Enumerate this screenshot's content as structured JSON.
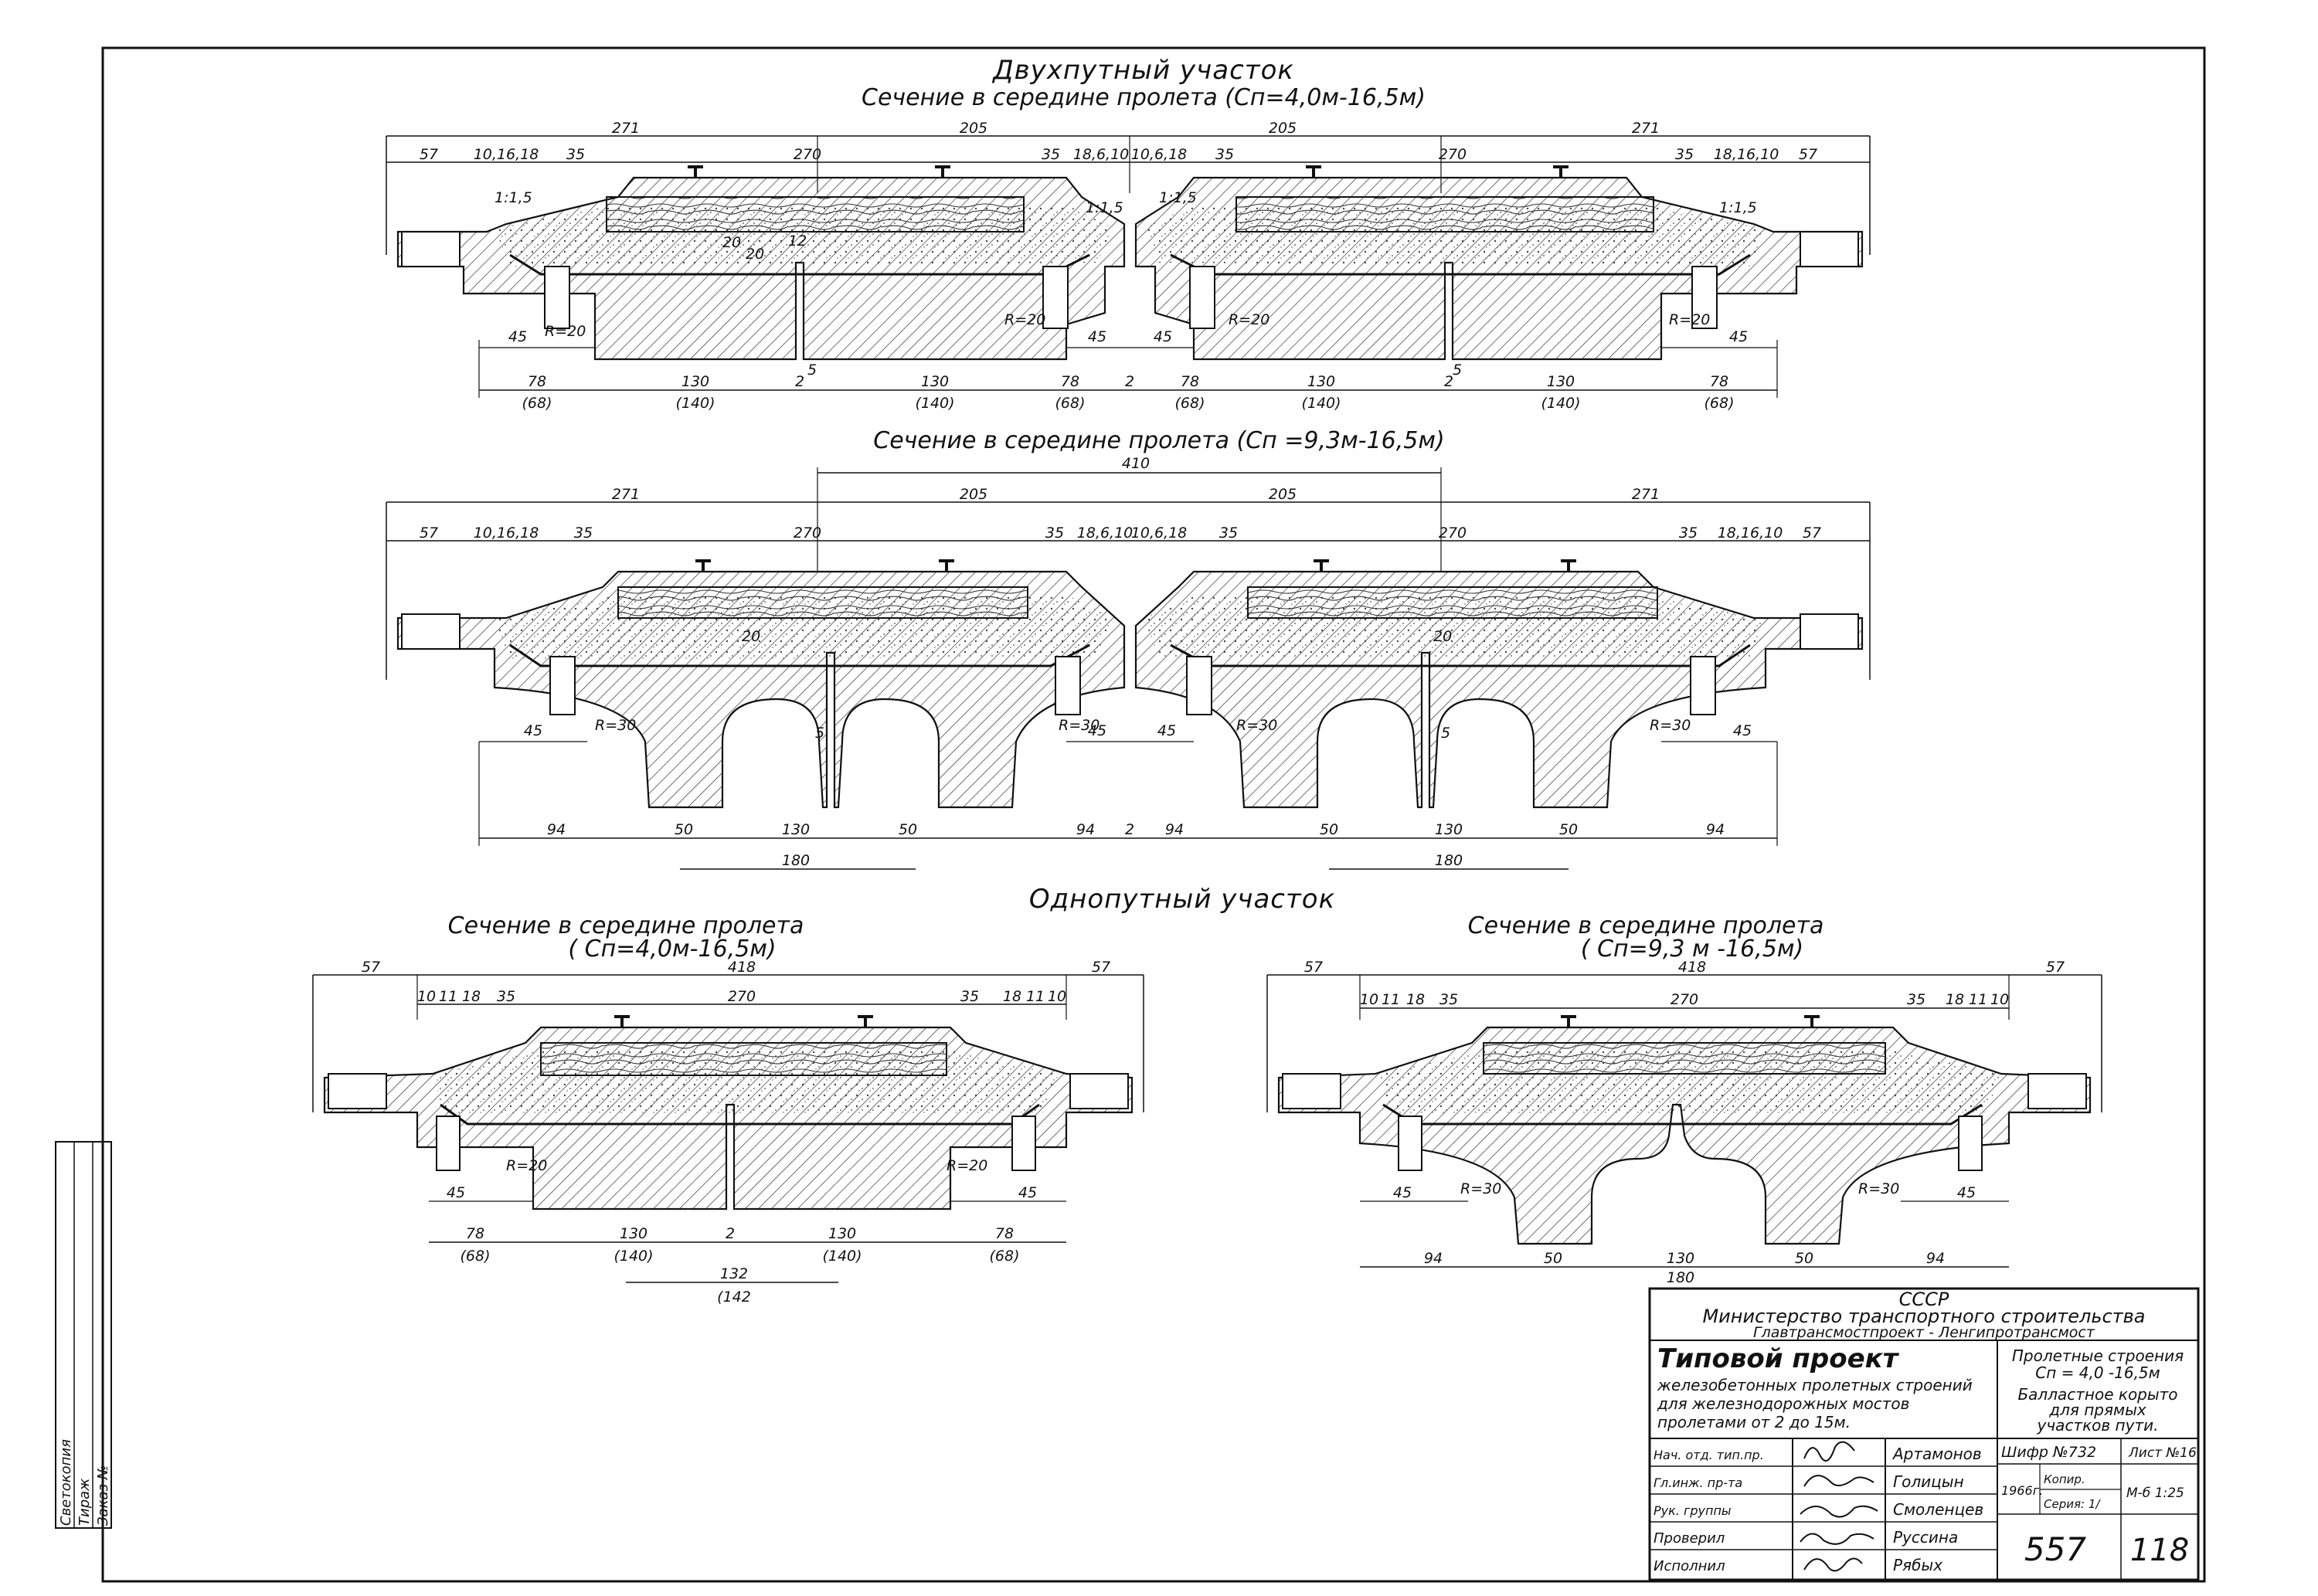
{
  "titles": {
    "double_track": "Двухпутный участок",
    "section_a": "Сечение  в середине пролета (Сп=4,0м-16,5м)",
    "section_b": "Сечение в середине пролета (Сп =9,3м-16,5м)",
    "single_track": "Однопутный участок",
    "section_c_l1": "Сечение в середине пролета",
    "section_c_l2": "( Сп=4,0м-16,5м)",
    "section_d_l1": "Сечение в середине пролета",
    "section_d_l2": "( Сп=9,3 м -16,5м)"
  },
  "dims_a": {
    "top": [
      "271",
      "205",
      "205",
      "271"
    ],
    "second": [
      "57",
      "10,16,18",
      "35",
      "270",
      "35",
      "18,6,10",
      "10,6,18",
      "35",
      "270",
      "35",
      "18,16,10",
      "57"
    ],
    "mid": [
      "45",
      "45",
      "45",
      "45"
    ],
    "bottom": [
      "78",
      "130",
      "2",
      "130",
      "78",
      "2",
      "78",
      "130",
      "2",
      "130",
      "78"
    ],
    "bottom_paren": [
      "(68)",
      "(140)",
      "(140)",
      "(68)",
      "(68)",
      "(140)",
      "(140)",
      "(68)"
    ],
    "radii": [
      "R=20",
      "R=20",
      "R=20",
      "R=20"
    ],
    "slope": [
      "1:1,5",
      "1:1,5",
      "1:1,5",
      "1:1,5"
    ],
    "small": [
      "20",
      "20",
      "5",
      "5",
      "12"
    ]
  },
  "dims_b": {
    "overall": "410",
    "top": [
      "271",
      "205",
      "205",
      "271"
    ],
    "second": [
      "57",
      "10,16,18",
      "35",
      "270",
      "35",
      "18,6,10",
      "10,6,18",
      "35",
      "270",
      "35",
      "18,16,10",
      "57"
    ],
    "mid": [
      "45",
      "45",
      "45",
      "45"
    ],
    "radii": [
      "R=30",
      "R=30",
      "R=30",
      "R=30"
    ],
    "bottom": [
      "94",
      "50",
      "130",
      "50",
      "94",
      "2",
      "94",
      "50",
      "130",
      "50",
      "94"
    ],
    "under": [
      "180",
      "180"
    ],
    "small": [
      "5",
      "5",
      "20",
      "20"
    ]
  },
  "dims_c": {
    "top": [
      "57",
      "418",
      "57"
    ],
    "second": [
      "10",
      "11",
      "18",
      "35",
      "270",
      "35",
      "18",
      "11",
      "10"
    ],
    "mid": [
      "45",
      "45"
    ],
    "radii": [
      "R=20",
      "R=20"
    ],
    "bottom": [
      "78",
      "130",
      "2",
      "130",
      "78"
    ],
    "bottom_paren": [
      "(68)",
      "(140)",
      "(140)",
      "(68)"
    ],
    "under": [
      "132",
      "(142"
    ]
  },
  "dims_d": {
    "top": [
      "57",
      "418",
      "57"
    ],
    "second": [
      "10",
      "11",
      "18",
      "35",
      "270",
      "35",
      "18",
      "11",
      "10"
    ],
    "mid": [
      "45",
      "45"
    ],
    "radii": [
      "R=30",
      "R=30"
    ],
    "bottom": [
      "94",
      "50",
      "130",
      "50",
      "94"
    ],
    "under": [
      "180"
    ]
  },
  "title_block": {
    "country": "СССР",
    "ministry": "Министерство транспортного строительства",
    "org": "Главтрансмостпроект - Ленгипротрансмост",
    "project_title": "Типовой проект",
    "project_l1": "железобетонных пролетных строений",
    "project_l2": "для железнодорожных мостов",
    "project_l3": "пролетами от 2 до 15м.",
    "subject_l1": "Пролетные строения",
    "subject_l2": "Сп = 4,0 -16,5м",
    "subject_l3": "Балластное корыто",
    "subject_l4": "для прямых",
    "subject_l5": "участков пути.",
    "roles": [
      "Нач. отд. тип.пр.",
      "Гл.инж. пр-та",
      "Рук. группы",
      "Проверил",
      "Исполнил"
    ],
    "names": [
      "Артамонов",
      "Голицын",
      "Смоленцев",
      "Руссина",
      "Рябых"
    ],
    "cipher": "Шифр №732",
    "sheet": "Лист №16",
    "year": "1966г.",
    "copied": "Копир.",
    "series": "Серия: 1/",
    "scale": "М-б 1:25",
    "number": "557",
    "page": "118"
  },
  "side_stamp": [
    "Светокопия",
    "Тираж",
    "Заказ №"
  ]
}
